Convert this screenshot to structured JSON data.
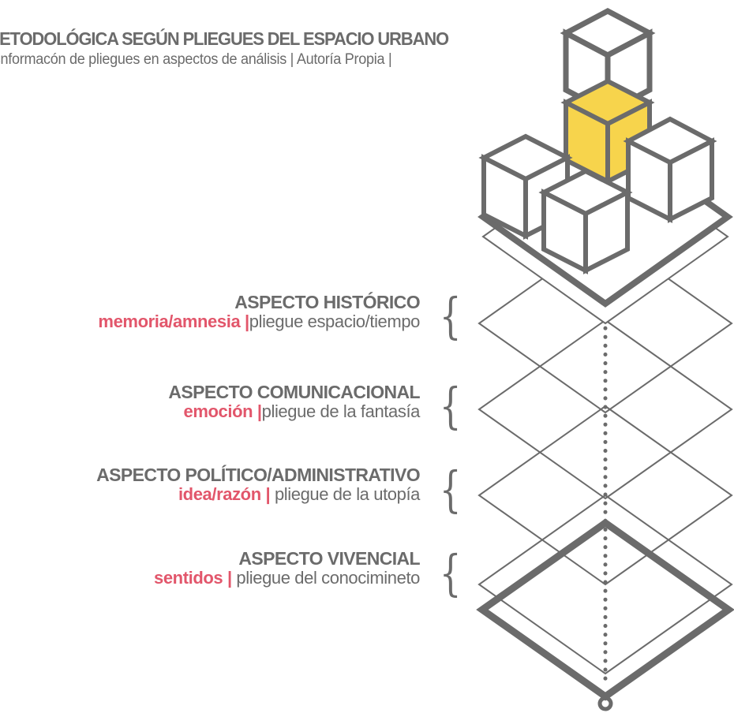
{
  "header": {
    "title": "METODOLÓGICA SEGÚN PLIEGUES DEL ESPACIO URBANO",
    "subtitle": "asnformacón de pliegues en aspectos de análisis  | Autoría Propia |"
  },
  "aspects": [
    {
      "name": "ASPECTO HISTÓRICO",
      "key": "memoria/amnesia |",
      "desc": "pliegue espacio/tiempo"
    },
    {
      "name": "ASPECTO COMUNICACIONAL",
      "key": "emoción |",
      "desc": "pliegue de la fantasía"
    },
    {
      "name": "ASPECTO POLÍTICO/ADMINISTRATIVO",
      "key": "idea/razón |",
      "desc": " pliegue de la utopía"
    },
    {
      "name": "ASPECTO VIVENCIAL",
      "key": "sentidos |",
      "desc": " pliegue del conocimineto"
    }
  ],
  "colors": {
    "stroke": "#6b6b6b",
    "accent_text": "#e2566b",
    "highlight_cube": "#f7d44c"
  }
}
